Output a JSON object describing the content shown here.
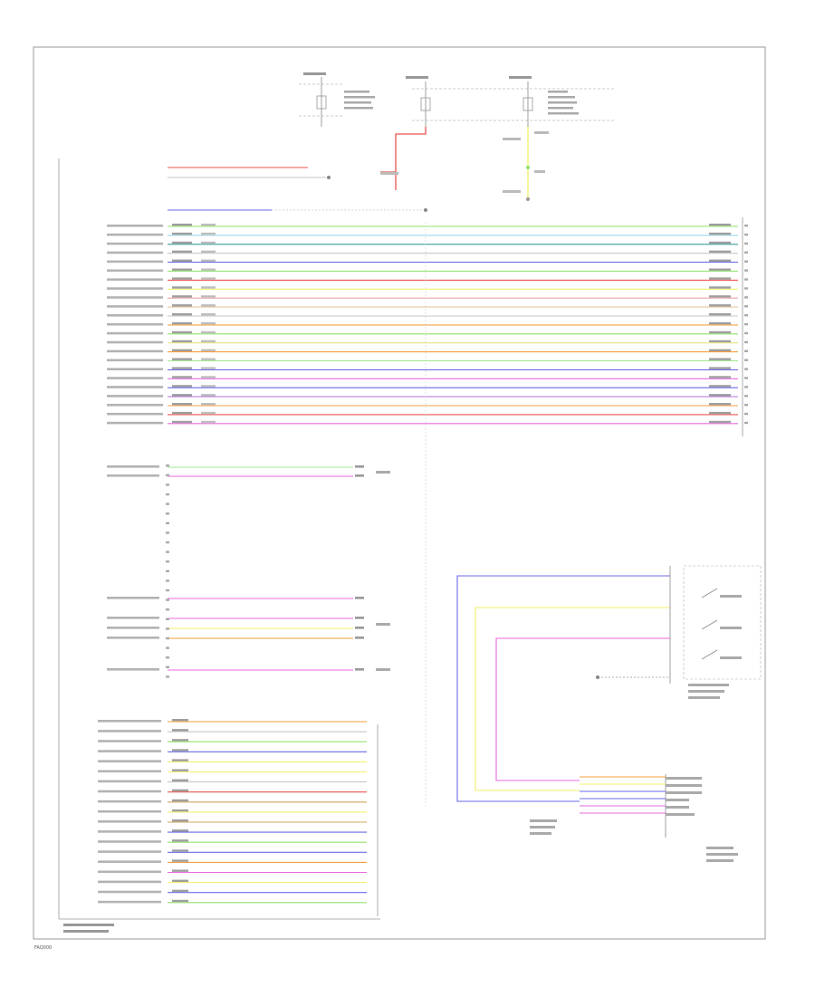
{
  "footer": {
    "code": "FAQ000"
  },
  "diagram": {
    "left_module_rows": 23,
    "right_pins": 23,
    "colors": {
      "wire_red": "#e8554f",
      "wire_green": "#8fe36b",
      "wire_blue": "#6a6ae8",
      "wire_yellow": "#f2ef6a",
      "wire_pink": "#e86ae0",
      "wire_orange": "#f2a040",
      "wire_purple": "#a766e0",
      "wire_teal": "#4ab0b0",
      "wire_gray": "#b5b5b5",
      "border": "#9a9a9a"
    },
    "bus_wire_colors": [
      "#8fe36b",
      "#9ad7e9",
      "#3a9e9e",
      "#c7c7c7",
      "#6a6ae8",
      "#8fe36b",
      "#e8554f",
      "#f2ef6a",
      "#e8a5a0",
      "#e6c8a0",
      "#c7c7c7",
      "#f2a040",
      "#8fe36b",
      "#e7e37a",
      "#f2a040",
      "#a0e88a",
      "#6a6ae8",
      "#e86ae0",
      "#6a6ae8",
      "#b77ce0",
      "#f2a040",
      "#e8554f",
      "#e86ae0"
    ],
    "lower_wire_colors": [
      "#f2a040",
      "#c7c7c7",
      "#8fe36b",
      "#6a6ae8",
      "#f2ef6a",
      "#f2ef6a",
      "#c7c7c7",
      "#e8554f",
      "#d0a35a",
      "#f2ef6a",
      "#d0a35a",
      "#6a6ae8",
      "#8fe36b",
      "#6a6ae8",
      "#f2a040",
      "#e86ae0",
      "#f2ef6a",
      "#6a6ae8",
      "#8fe36b"
    ],
    "right_block_wire_colors": [
      "#f2a040",
      "#f2ef6a",
      "#6a6ae8",
      "#6a6ae8",
      "#e86ae0",
      "#e86ae0"
    ]
  }
}
